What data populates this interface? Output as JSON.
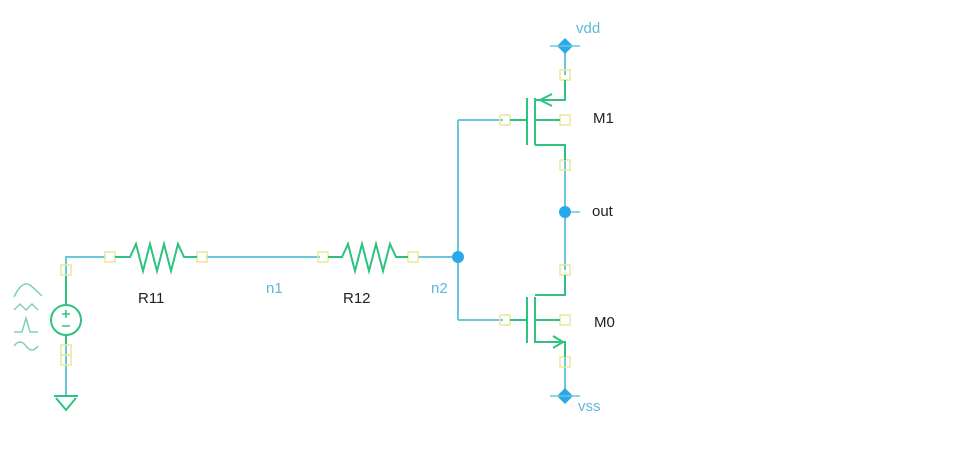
{
  "schematic": {
    "components": [
      {
        "id": "V",
        "type": "voltage-source",
        "label": ""
      },
      {
        "id": "R11",
        "type": "resistor",
        "label": "R11"
      },
      {
        "id": "R12",
        "type": "resistor",
        "label": "R12"
      },
      {
        "id": "M1",
        "type": "pmos",
        "label": "M1"
      },
      {
        "id": "M0",
        "type": "nmos",
        "label": "M0"
      }
    ],
    "nets": {
      "n1": "n1",
      "n2": "n2",
      "out": "out",
      "vdd": "vdd",
      "vss": "vss"
    },
    "colors": {
      "wire": "#6ec6da",
      "symbol": "#2ec27e",
      "pin": "#e8e89a",
      "junction": "#29a9ea",
      "net_label": "#5fb8d8",
      "text": "#222222"
    }
  }
}
